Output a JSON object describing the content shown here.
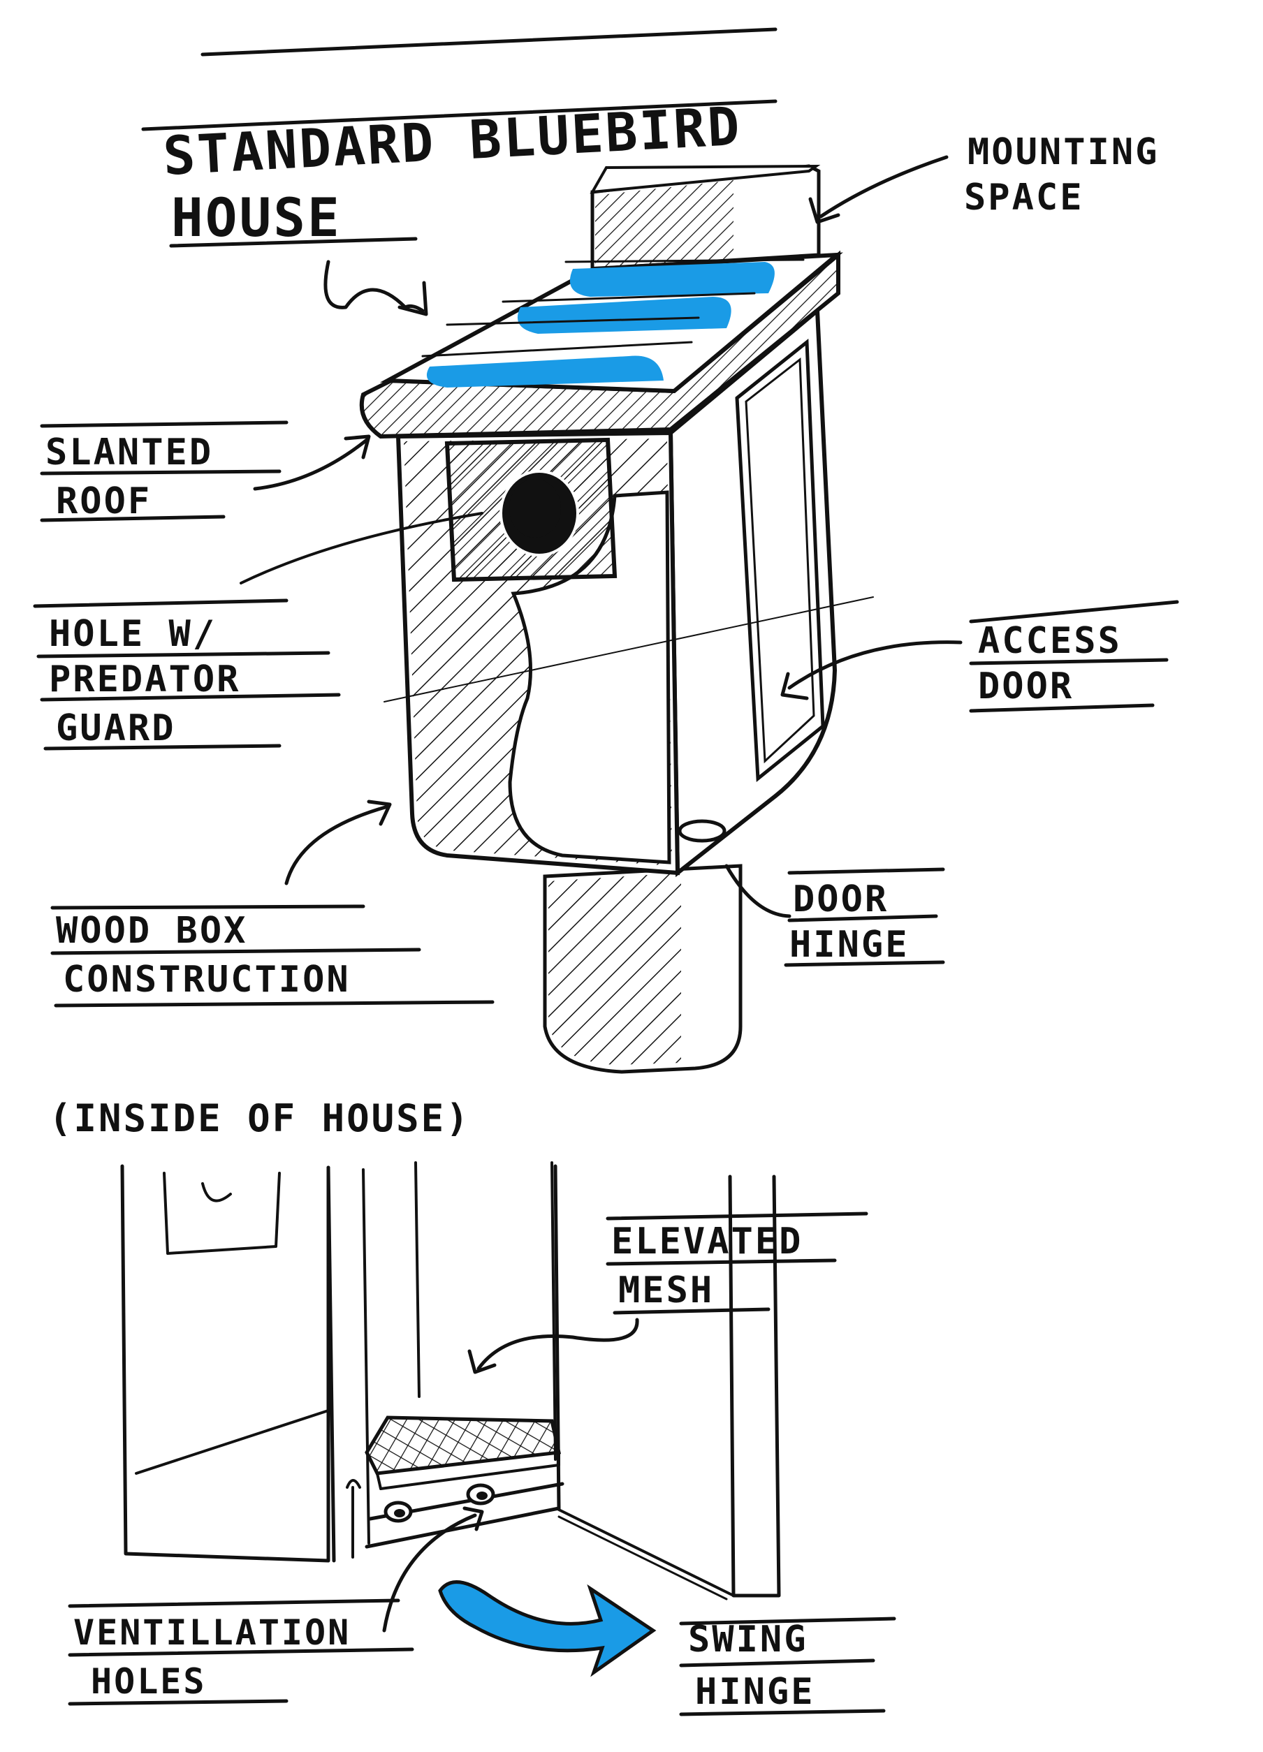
{
  "title": {
    "line1": "STANDARD BLUEBIRD",
    "line2": "HOUSE"
  },
  "labels": {
    "mounting_space": {
      "line1": "MOUNTING",
      "line2": "SPACE"
    },
    "slanted_roof": {
      "line1": "SLANTED",
      "line2": "ROOF"
    },
    "hole_guard": {
      "line1": "HOLE W/",
      "line2": "PREDATOR",
      "line3": "GUARD"
    },
    "access_door": {
      "line1": "ACCESS",
      "line2": "DOOR"
    },
    "wood_box": {
      "line1": "WOOD BOX",
      "line2": "CONSTRUCTION"
    },
    "door_hinge": {
      "line1": "DOOR",
      "line2": "HINGE"
    },
    "inside_caption": "(INSIDE OF HOUSE)",
    "elevated_mesh": {
      "line1": "ELEVATED",
      "line2": "MESH"
    },
    "ventilation_holes": {
      "line1": "VENTILLATION",
      "line2": "HOLES"
    },
    "swing_hinge": {
      "line1": "SWING",
      "line2": "HINGE"
    }
  },
  "colors": {
    "ink": "#111111",
    "accent_blue": "#1a9be6",
    "paper": "#ffffff"
  }
}
